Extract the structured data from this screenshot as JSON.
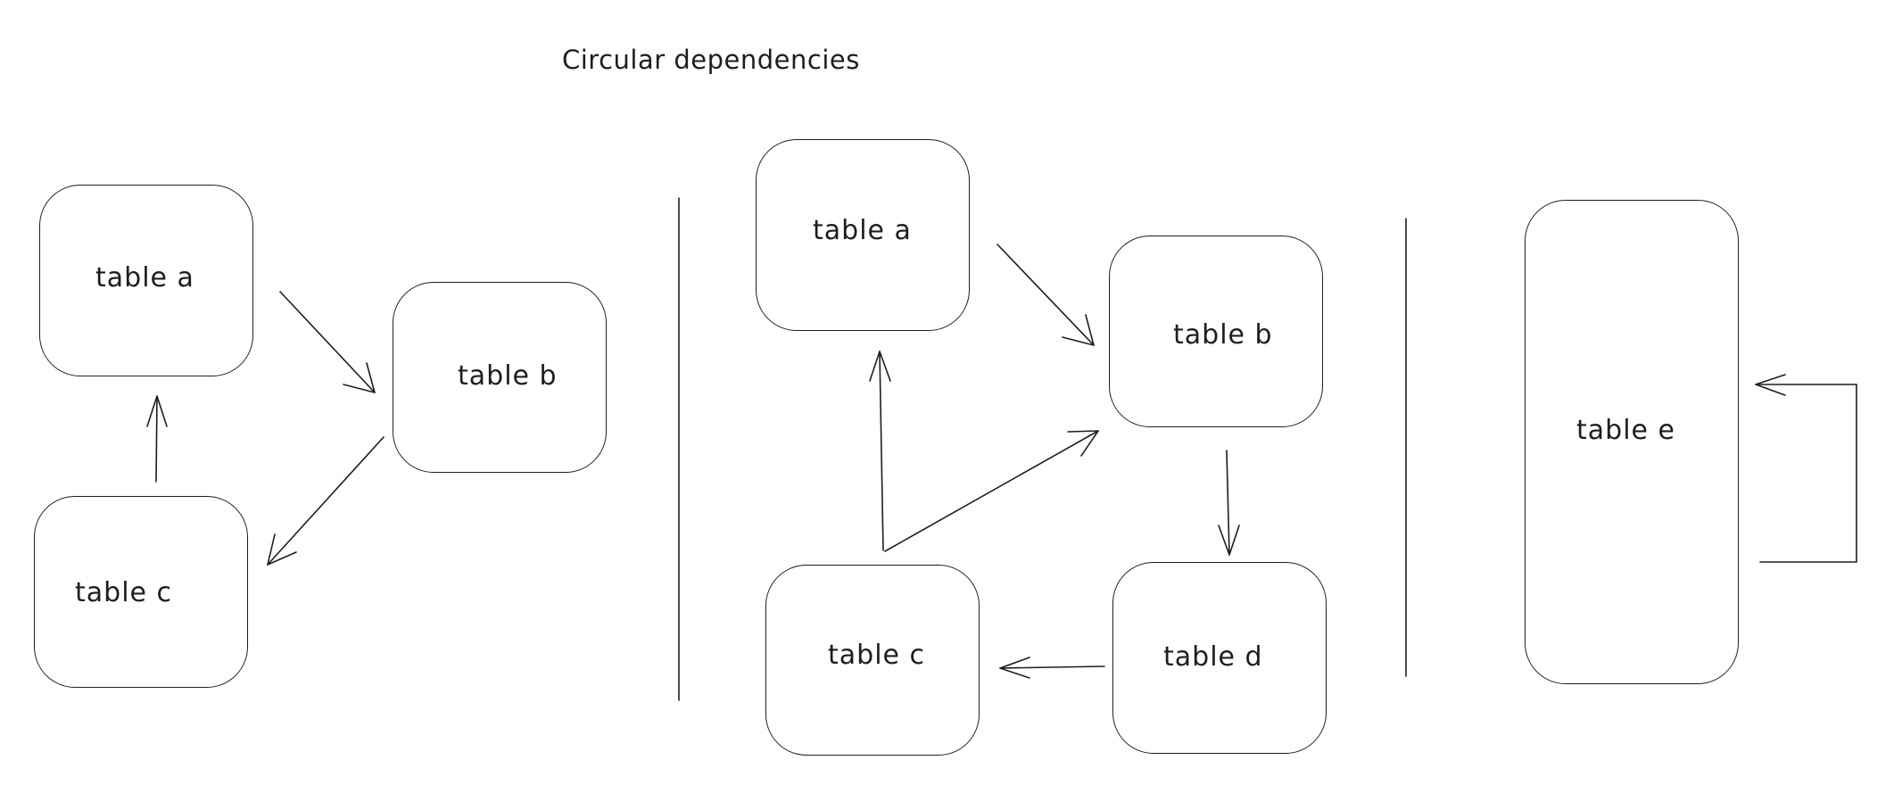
{
  "diagram": {
    "title": "Circular dependencies",
    "panel_1": {
      "table_a": "table a",
      "table_b": "table b",
      "table_c": "table c"
    },
    "panel_2": {
      "table_a": "table a",
      "table_b": "table b",
      "table_c": "table c",
      "table_d": "table d"
    },
    "panel_3": {
      "table_e": "table e"
    },
    "edges": [
      {
        "from": "table a",
        "to": "table b",
        "panel": 1
      },
      {
        "from": "table b",
        "to": "table c",
        "panel": 1
      },
      {
        "from": "table c",
        "to": "table a",
        "panel": 1
      },
      {
        "from": "table a",
        "to": "table b",
        "panel": 2
      },
      {
        "from": "table b",
        "to": "table d",
        "panel": 2
      },
      {
        "from": "table d",
        "to": "table c",
        "panel": 2
      },
      {
        "from": "table c",
        "to": "table a",
        "panel": 2
      },
      {
        "from": "table c",
        "to": "table b",
        "panel": 2
      },
      {
        "from": "table e",
        "to": "table e",
        "panel": 3
      }
    ],
    "colors": {
      "stroke": "#1e1e1e",
      "background": "#ffffff"
    }
  }
}
